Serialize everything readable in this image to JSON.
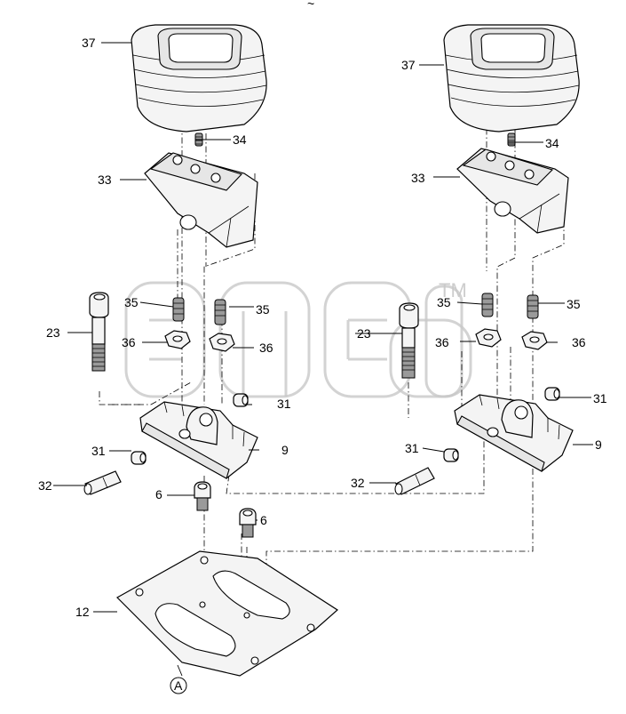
{
  "diagram": {
    "header_mark": "~",
    "watermark_tm": "TM",
    "labels": {
      "l37": "37",
      "l34": "34",
      "l33": "33",
      "l35a": "35",
      "l35b": "35",
      "l23": "23",
      "l36a": "36",
      "l36b": "36",
      "l31a": "31",
      "l31b": "31",
      "l32": "32",
      "l9": "9",
      "l6a": "6",
      "l6b": "6",
      "l12": "12",
      "r37": "37",
      "r34": "34",
      "r33": "33",
      "r35a": "35",
      "r35b": "35",
      "r23": "23",
      "r36a": "36",
      "r36b": "36",
      "r31a": "31",
      "r31b": "31",
      "r32": "32",
      "r9": "9"
    },
    "reference_marker": "A"
  }
}
